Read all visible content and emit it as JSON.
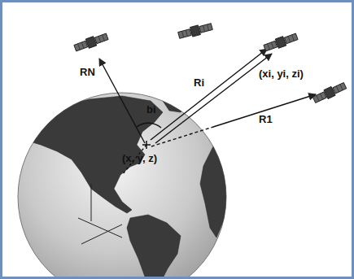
{
  "diagram": {
    "labels": [
      "RN",
      "Ri",
      "R1",
      "(xi, yi, zi)",
      "(x, y, z)",
      "bi"
    ]
  }
}
